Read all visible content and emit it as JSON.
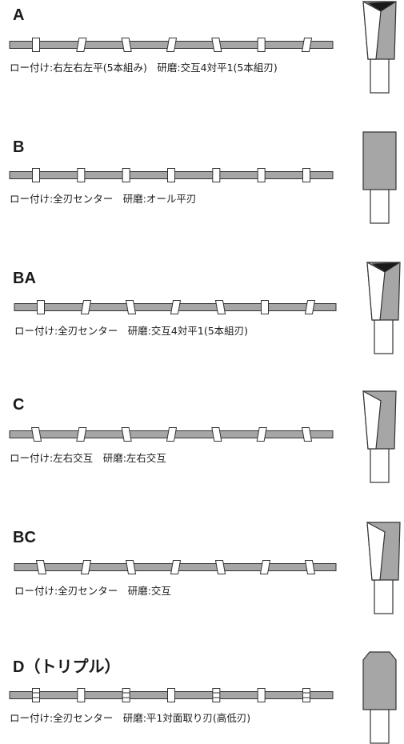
{
  "colors": {
    "band": "#a6a6a6",
    "band_stroke": "#333333",
    "tooth_fill": "#ffffff",
    "tip_body": "#a6a6a6",
    "tip_dark": "#1a1a1a",
    "text": "#1a1a1a"
  },
  "sections": [
    {
      "id": "A",
      "title": "A",
      "desc": "ロー付け:右左右左平(5本組み)　研磨:交互4対平1(5本組刃)",
      "teeth": [
        "flat",
        "right",
        "left",
        "right",
        "left",
        "flat",
        "right"
      ],
      "tip_icon": "alternate-bevel-tip-icon"
    },
    {
      "id": "B",
      "title": "B",
      "desc": "ロー付け:全刃センター　研磨:オール平刃",
      "teeth": [
        "flat",
        "flat",
        "flat",
        "flat",
        "flat",
        "flat",
        "flat"
      ],
      "tip_icon": "flat-tip-icon"
    },
    {
      "id": "BA",
      "title": "BA",
      "desc": "ロー付け:全刃センター　研磨:交互4対平1(5本組刃)",
      "teeth": [
        "flat",
        "right",
        "left",
        "right",
        "left",
        "flat",
        "right"
      ],
      "tip_icon": "alternate-bevel-tip-icon"
    },
    {
      "id": "C",
      "title": "C",
      "desc": "ロー付け:左右交互　研磨:左右交互",
      "teeth": [
        "left",
        "right",
        "left",
        "right",
        "left",
        "right",
        "left"
      ],
      "tip_icon": "alternate-tip-icon"
    },
    {
      "id": "BC",
      "title": "BC",
      "desc": "ロー付け:全刃センター　研磨:交互",
      "teeth": [
        "left",
        "right",
        "left",
        "right",
        "left",
        "right",
        "left"
      ],
      "tip_icon": "alternate-tip-icon"
    },
    {
      "id": "D",
      "title": "D（トリプル）",
      "desc": "ロー付け:全刃センター　研磨:平1対面取り刃(高低刃)",
      "teeth": [
        "triple",
        "flat",
        "triple",
        "flat",
        "triple",
        "flat",
        "triple"
      ],
      "tip_icon": "triple-chip-tip-icon"
    }
  ]
}
